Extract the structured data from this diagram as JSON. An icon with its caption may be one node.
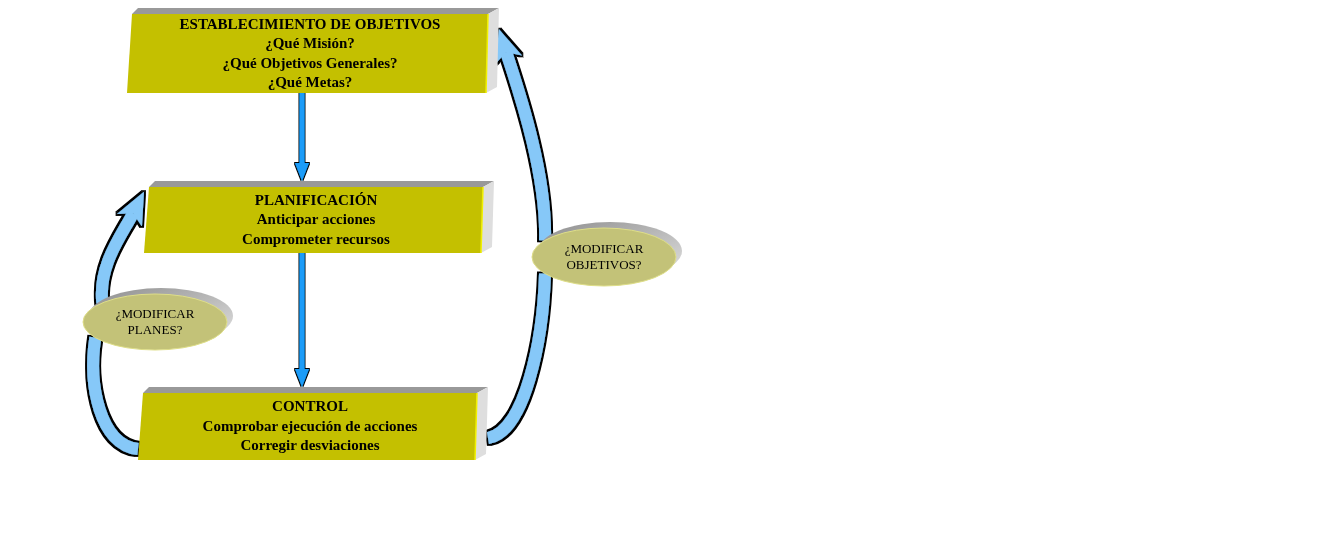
{
  "diagram": {
    "nodes": [
      {
        "text": [
          "ESTABLECIMIENTO DE OBJETIVOS",
          "¿Qué Misión?",
          "¿Qué Objetivos Generales?",
          "¿Qué Metas?"
        ]
      },
      {
        "text": [
          "PLANIFICACIÓN",
          "Anticipar acciones",
          "Comprometer recursos"
        ]
      },
      {
        "text": [
          "CONTROL",
          "Comprobar ejecución de acciones",
          "Corregir desviaciones"
        ]
      },
      {
        "text": [
          "¿MODIFICAR PLANES?"
        ]
      },
      {
        "text": [
          "¿MODIFICAR OBJETIVOS?"
        ]
      }
    ],
    "edges": [
      {
        "from": 0,
        "to": 1,
        "arrow": "to",
        "color": "#1a9cf8"
      },
      {
        "from": 1,
        "to": 2,
        "arrow": "to",
        "color": "#1a9cf8"
      },
      {
        "from": 2,
        "to": 3,
        "arrow": "none"
      },
      {
        "from": 3,
        "to": 1,
        "arrow": "to"
      },
      {
        "from": 2,
        "to": 4,
        "arrow": "none"
      },
      {
        "from": 4,
        "to": 0,
        "arrow": "to"
      }
    ]
  }
}
